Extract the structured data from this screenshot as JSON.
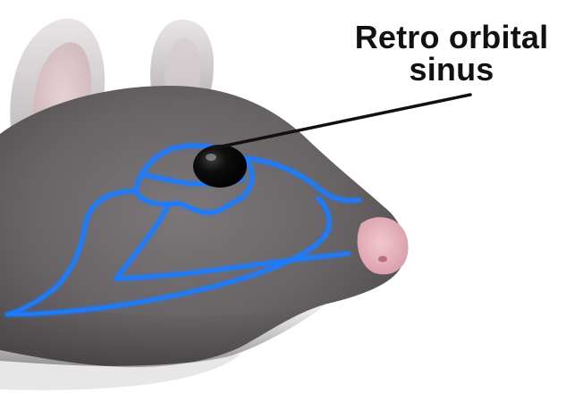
{
  "annotation": {
    "line1": "Retro orbital",
    "line2": "sinus"
  },
  "colors": {
    "background": "#ffffff",
    "fur": "#6f6a6c",
    "fur_dark": "#4b4748",
    "ear": "#cfc9cb",
    "ear_inner": "#e8c9cf",
    "nose": "#e7b8c0",
    "eye": "#0b0b0b",
    "vessels": "#1f7bff",
    "vessels_glow": "#7fc6ff",
    "leader_line": "#111111",
    "text": "#111111"
  },
  "icons": {
    "subject": "mouse-head-illustration",
    "pointer": "leader-line"
  }
}
